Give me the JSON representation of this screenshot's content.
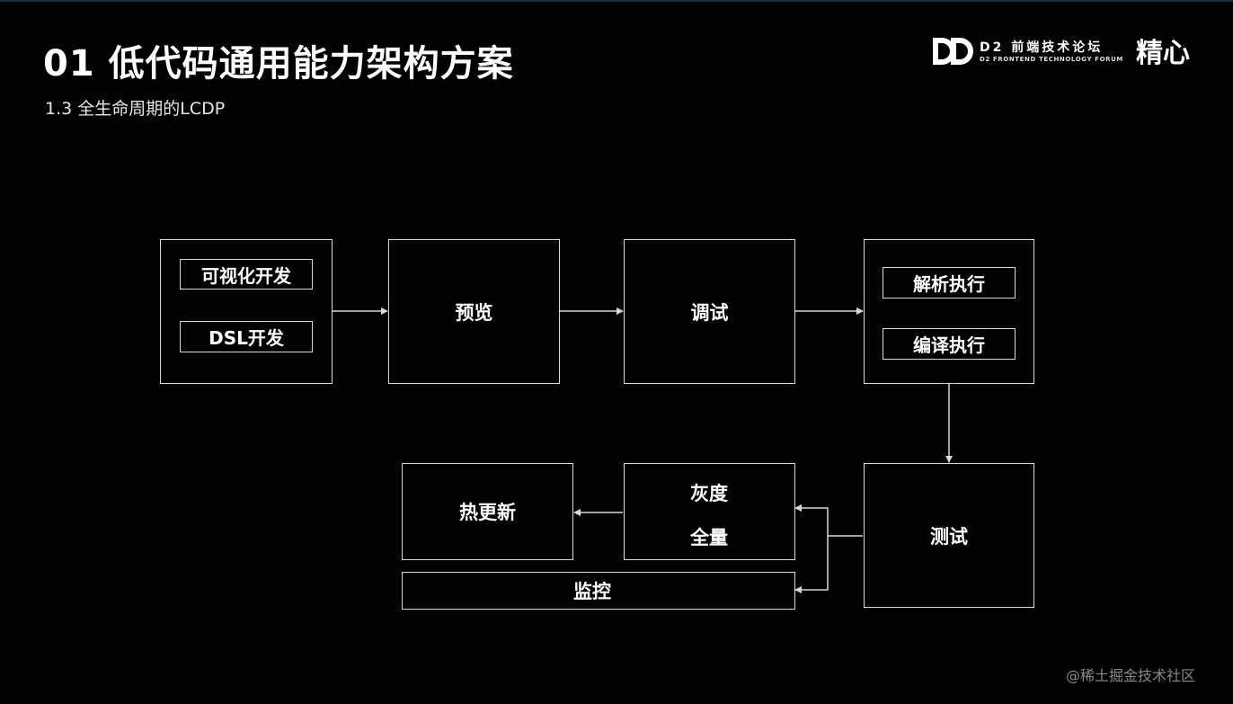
{
  "slide": {
    "title": "01 低代码通用能力架构方案",
    "subtitle": "1.3 全生命周期的LCDP"
  },
  "brand": {
    "logo_mark": "DD",
    "name": "D2 前端技术论坛",
    "sub": "D2 FRONTEND TECHNOLOGY FORUM",
    "right_mark": "精心"
  },
  "watermark": "@稀土掘金技术社区",
  "diagram": {
    "develop": {
      "items": [
        "可视化开发",
        "DSL开发"
      ]
    },
    "preview": "预览",
    "debug": "调试",
    "execute": {
      "items": [
        "解析执行",
        "编译执行"
      ]
    },
    "test": "测试",
    "release": {
      "items": [
        "灰度",
        "全量"
      ]
    },
    "hot_update": "热更新",
    "monitor": "监控"
  },
  "colors": {
    "background": "#000000",
    "line": "#d8d8d8",
    "text": "#ffffff"
  }
}
